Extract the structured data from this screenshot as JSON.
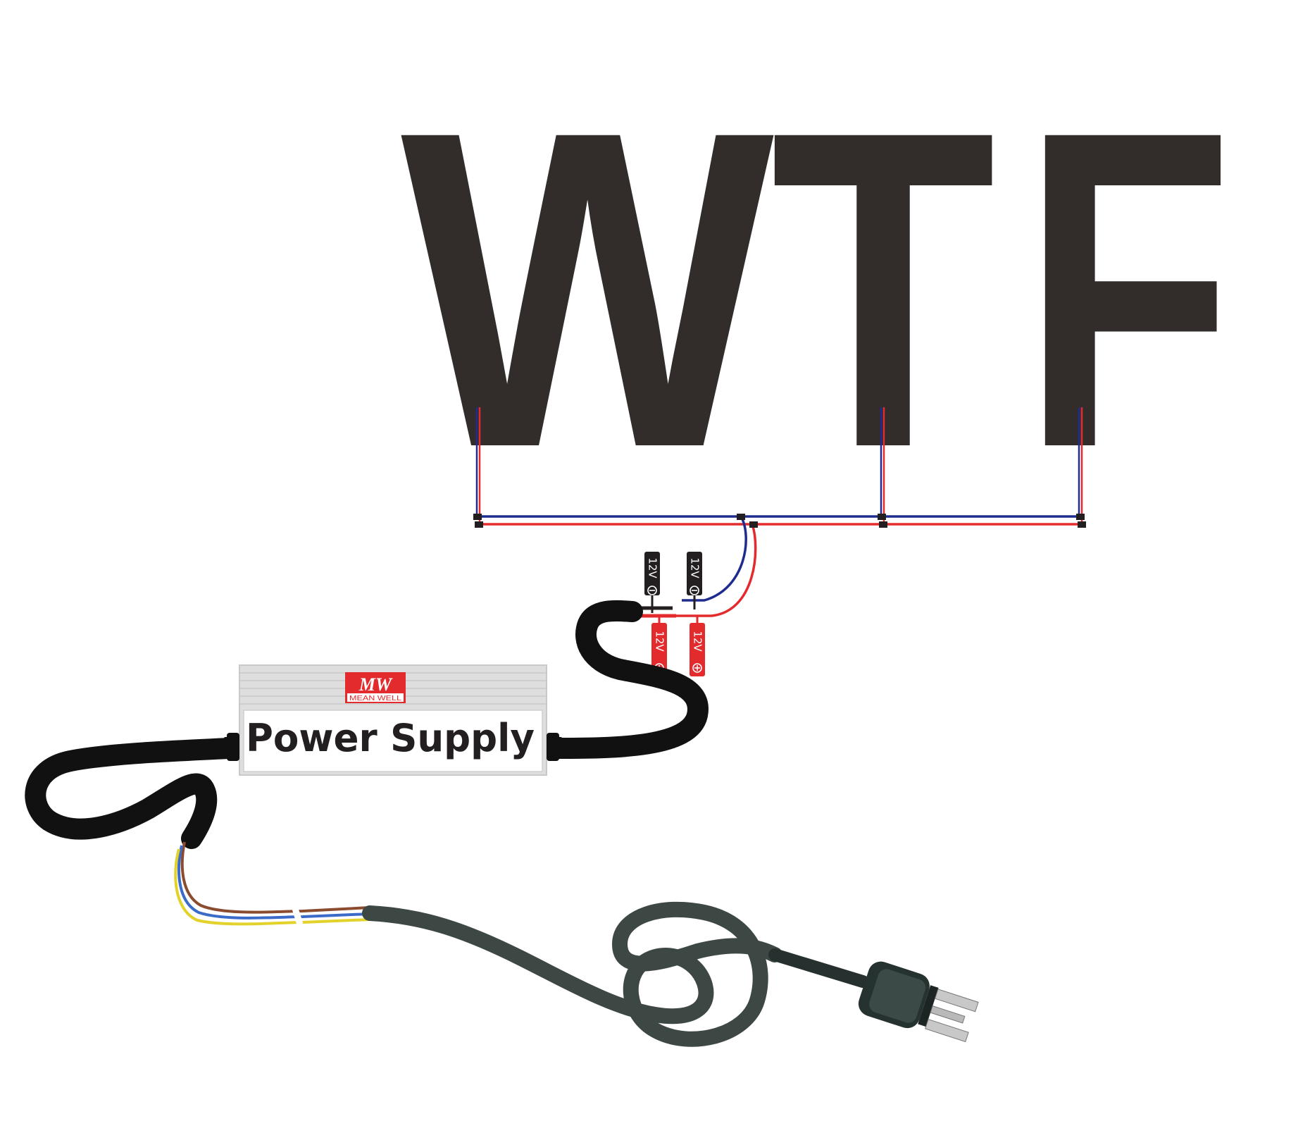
{
  "sign": {
    "letters": [
      "W",
      "T",
      "F"
    ],
    "letter_color": "#322c2b"
  },
  "power_supply": {
    "label": "Power Supply",
    "brand_logo": "MW",
    "brand_name": "MEAN WELL",
    "brand_color": "#e32b2e",
    "housing_color": "#dedede"
  },
  "connectors": {
    "negative": {
      "label": "12V",
      "symbol": "⊖",
      "color": "#231f20"
    },
    "positive": {
      "label": "12V",
      "symbol": "⊕",
      "color": "#e32b2e"
    }
  },
  "wires": {
    "negative_color": "#1f2c8f",
    "positive_color": "#e32b2e",
    "dc_cable_color": "#111111",
    "ac_cable_color": "#3d4744",
    "ac_wire_colors": [
      "#8a4b2e",
      "#3a6bc9",
      "#e2d22a"
    ]
  },
  "icons": [
    "ac-plug-icon",
    "mean-well-logo"
  ]
}
